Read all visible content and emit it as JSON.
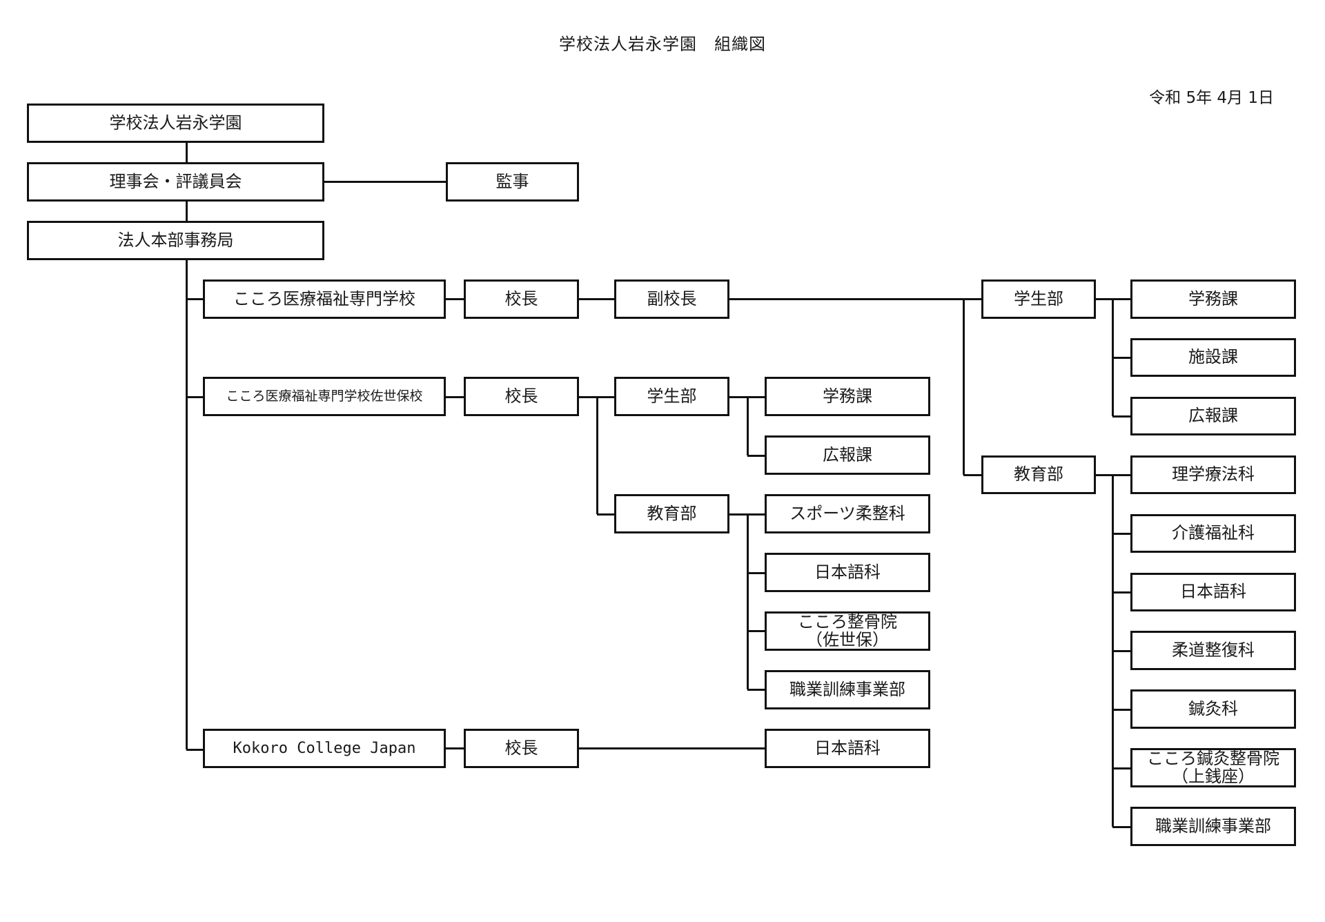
{
  "header": {
    "title": "学校法人岩永学園　組織図",
    "date": "令和 5年 4月 1日"
  },
  "nodes": {
    "corp": "学校法人岩永学園",
    "board": "理事会・評議員会",
    "auditor": "監事",
    "hq": "法人本部事務局",
    "school1": {
      "name": "こころ医療福祉専門学校",
      "principal": "校長",
      "vice_principal": "副校長",
      "student_affairs": "学生部",
      "student_sections": [
        "学務課",
        "施設課",
        "広報課"
      ],
      "education": "教育部",
      "education_depts": [
        "理学療法科",
        "介護福祉科",
        "日本語科",
        "柔道整復科",
        "鍼灸科",
        "こころ鍼灸整骨院\n（上銭座）",
        "職業訓練事業部"
      ]
    },
    "school2": {
      "name": "こころ医療福祉専門学校佐世保校",
      "principal": "校長",
      "student_affairs": "学生部",
      "student_sections": [
        "学務課",
        "広報課"
      ],
      "education": "教育部",
      "education_depts": [
        "スポーツ柔整科",
        "日本語科",
        "こころ整骨院\n（佐世保）",
        "職業訓練事業部"
      ]
    },
    "school3": {
      "name": "Kokoro College Japan",
      "principal": "校長",
      "dept": "日本語科"
    }
  }
}
